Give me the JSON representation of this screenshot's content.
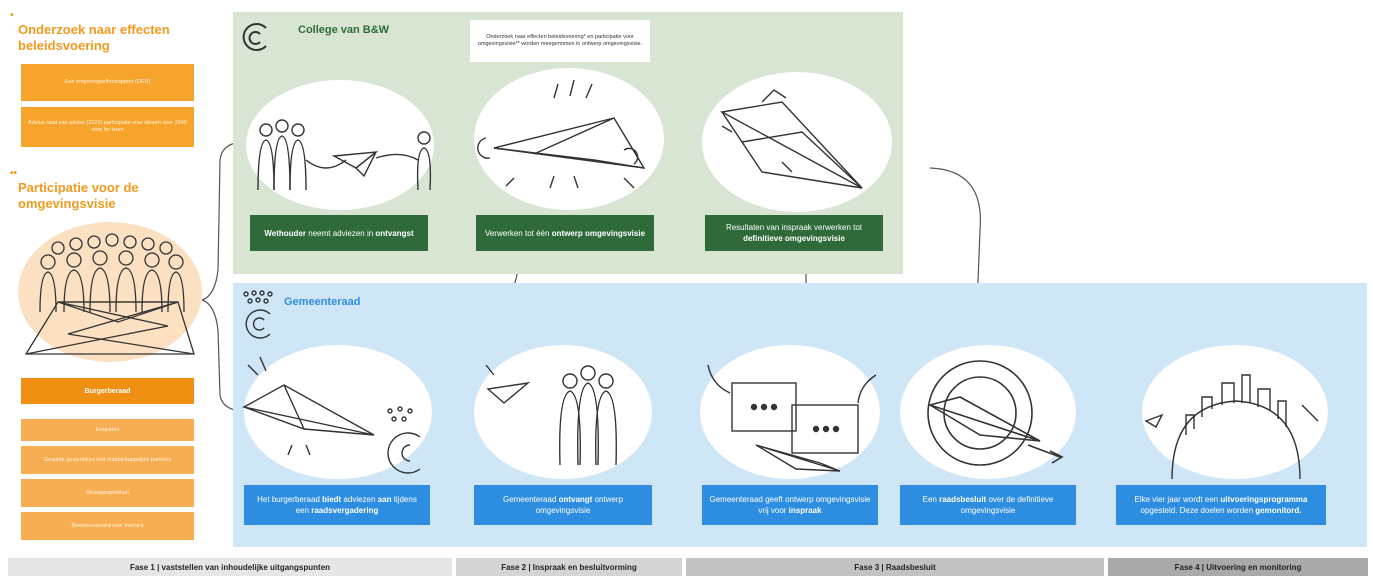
{
  "left": {
    "section1_marker": "•",
    "section1_title": "Onderzoek naar effecten beleidsvoering",
    "section1_boxes": [
      "Een omgevingseffectrapport (OER)",
      "Advies raad van advies (2021) participatie voor ideeën voor 2040 visie fm leren"
    ],
    "section2_marker": "••",
    "section2_title": "Participatie voor de omgevingsvisie",
    "burgerberaad": "Burgerberaad",
    "section2_boxes": [
      "Enquetes",
      "Gesprek gesprekken met maatschappelijke partners",
      "Straatgesprekken",
      "Bewonersavond over thema's"
    ]
  },
  "college": {
    "title": "College van B&W",
    "callout": "Onderzoek naar effecten beleidsvoering* en participatie voor omgevingsvisie** worden meegenomen in ontwerp omgevingsvisie.",
    "step1_pre": "Wethouder",
    "step1_mid": " neemt adviezen in ",
    "step1_post": "ontvangst",
    "step2_pre": "Verwerken tot één ",
    "step2_post": "ontwerp omgevingsvisie",
    "step3_pre": "Resultaten van inspraak verwerken tot ",
    "step3_post": "definitieve omgevingsvisie"
  },
  "gemeenteraad": {
    "title": "Gemeenteraad",
    "step1_a": "Het burgerberaad ",
    "step1_b": "biedt",
    "step1_c": " adviezen ",
    "step1_d": "aan",
    "step1_e": " tijdens een ",
    "step1_f": "raadsvergadering",
    "step2_a": "Gemeenteraad ",
    "step2_b": "ontvangt",
    "step2_c": " ontwerp omgevingsvisie",
    "step3_a": "Gemeenteraad geeft ontwerp omgevingsvisie vrij voor ",
    "step3_b": "inspraak",
    "step4_a": "Een ",
    "step4_b": "raadsbesluit",
    "step4_c": " over de definitieve omgevingsvisie",
    "step5_a": "Elke vier jaar wordt een ",
    "step5_b": "uitvoeringsprogramma",
    "step5_c": " opgesteld. Deze doelen worden ",
    "step5_d": "gemonitord."
  },
  "phases": [
    {
      "label": "Fase 1 | vaststellen van inhoudelijke uitgangspunten",
      "color": "#e6e6e6"
    },
    {
      "label": "Fase 2 | Inspraak en besluitvorming",
      "color": "#d4d4d4"
    },
    {
      "label": "Fase 3 | Raadsbesluit",
      "color": "#c2c2c2"
    },
    {
      "label": "Fase 4 | Uitvoering en monitoring",
      "color": "#a9a9a9"
    }
  ],
  "colors": {
    "orange": "#f29a1f",
    "green_panel": "#d8e5d3",
    "green_box": "#2f6b3a",
    "blue_panel": "#cfe6f7",
    "blue_box": "#2d8de0"
  }
}
